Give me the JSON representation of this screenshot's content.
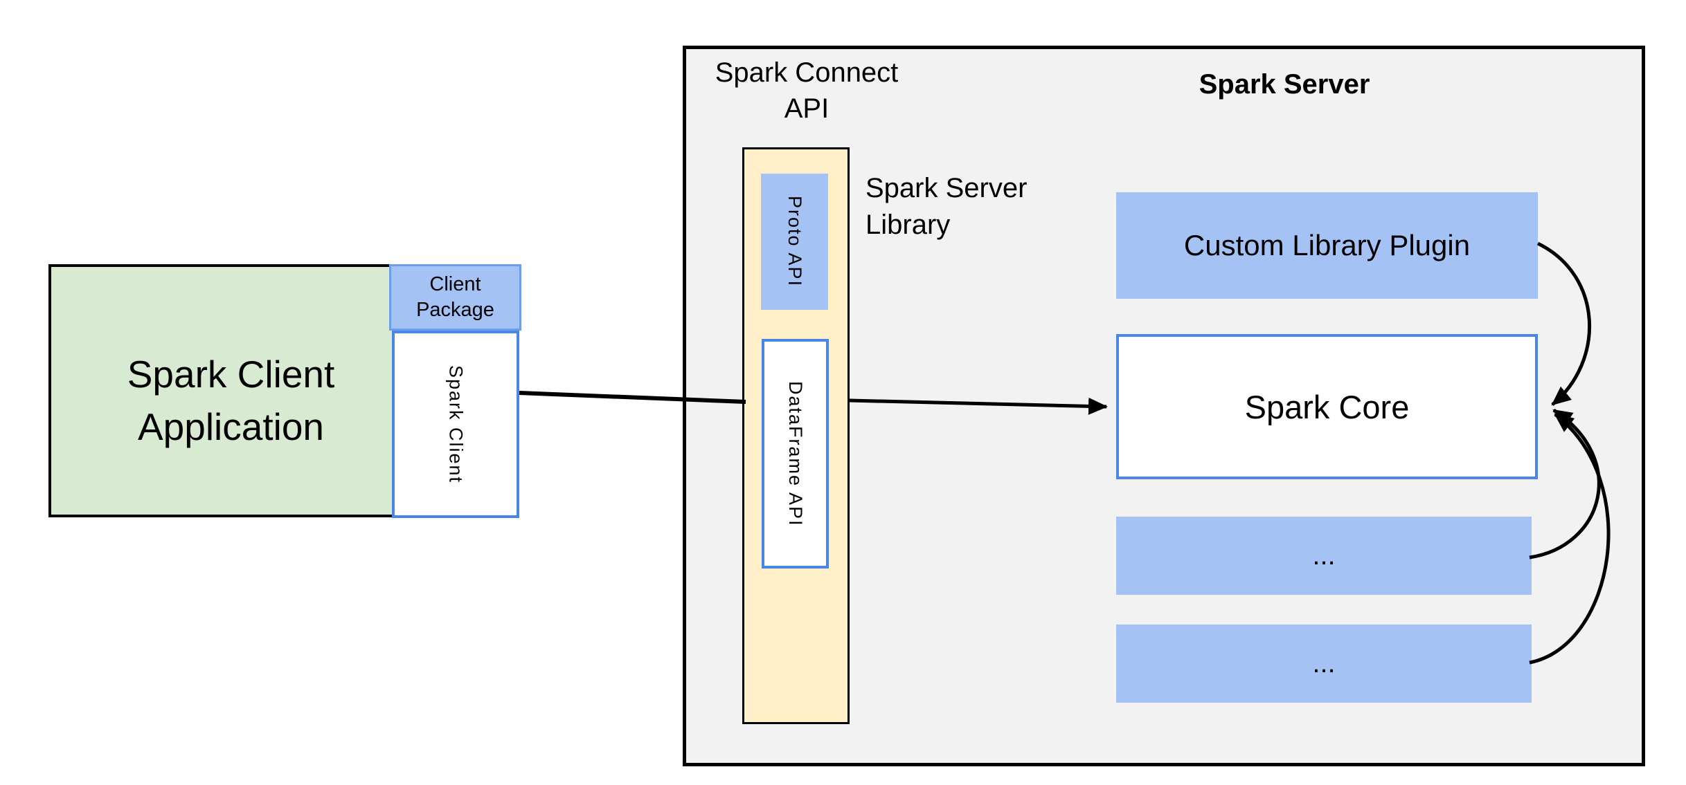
{
  "diagram": {
    "client": {
      "application_label": "Spark Client\nApplication",
      "package_label": "Client\nPackage",
      "spark_client_label": "Spark Client"
    },
    "connect_panel": {
      "title": "Spark Connect\nAPI",
      "server_library_label": "Spark Server\nLibrary",
      "proto_api_label": "Proto  API",
      "dataframe_api_label": "DataFrame API"
    },
    "server": {
      "title": "Spark Server",
      "custom_plugin_label": "Custom Library Plugin",
      "spark_core_label": "Spark Core",
      "placeholder_1_label": "...",
      "placeholder_2_label": "..."
    },
    "colors": {
      "client_app_fill": "#d9ead3",
      "blue_fill": "#a4c2f4",
      "library_fill": "#fff0ca",
      "panel_fill": "#f2f2f2",
      "blue_border": "#4a86e8",
      "package_border": "#6d9eeb",
      "line_color": "#000000",
      "background": "#ffffff"
    }
  }
}
